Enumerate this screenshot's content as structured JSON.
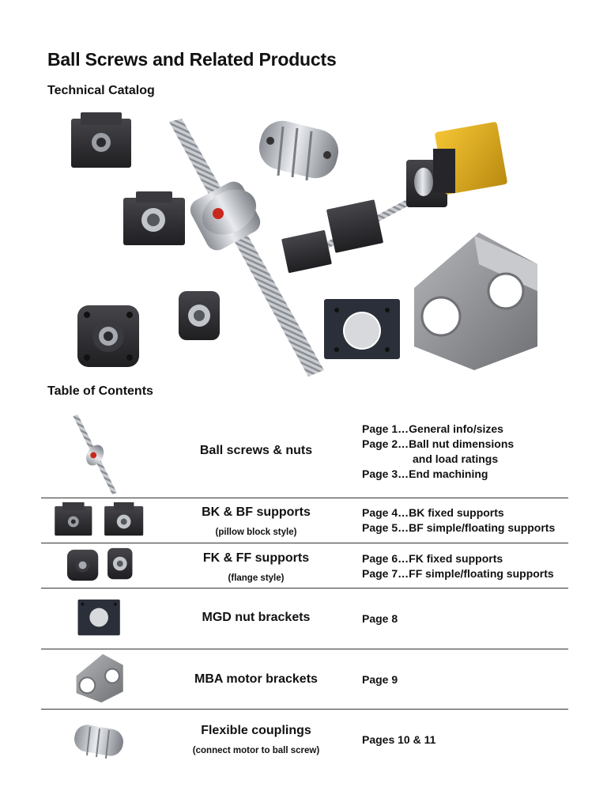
{
  "header": {
    "title": "Ball Screws and Related Products",
    "subtitle": "Technical Catalog"
  },
  "toc": {
    "heading": "Table of Contents",
    "rows": [
      {
        "name": "Ball screws & nuts",
        "note": "",
        "pages": [
          "Page 1…General info/sizes",
          "Page 2…Ball nut dimensions",
          "and load ratings",
          "Page 3…End machining"
        ],
        "thumb": "ball-screw-icon"
      },
      {
        "name": "BK & BF supports",
        "note": "(pillow block style)",
        "pages": [
          "Page 4…BK fixed supports",
          "Page 5…BF simple/floating supports"
        ],
        "thumb": "pillow-block-icon"
      },
      {
        "name": "FK & FF supports",
        "note": "(flange style)",
        "pages": [
          "Page 6…FK fixed supports",
          "Page 7…FF simple/floating supports"
        ],
        "thumb": "flange-support-icon"
      },
      {
        "name": "MGD nut brackets",
        "note": "",
        "pages": [
          "Page 8"
        ],
        "thumb": "nut-bracket-icon"
      },
      {
        "name": "MBA motor brackets",
        "note": "",
        "pages": [
          "Page 9"
        ],
        "thumb": "motor-bracket-icon"
      },
      {
        "name": "Flexible couplings",
        "note": "(connect motor to ball screw)",
        "pages": [
          "Pages 10 & 11"
        ],
        "thumb": "coupling-icon"
      }
    ]
  },
  "colors": {
    "part_dark": "#2a2a2e",
    "steel": "#b8bcc2",
    "motor_gold": "#e0aa1a",
    "nut_red": "#c8281e",
    "rule": "#333333"
  }
}
